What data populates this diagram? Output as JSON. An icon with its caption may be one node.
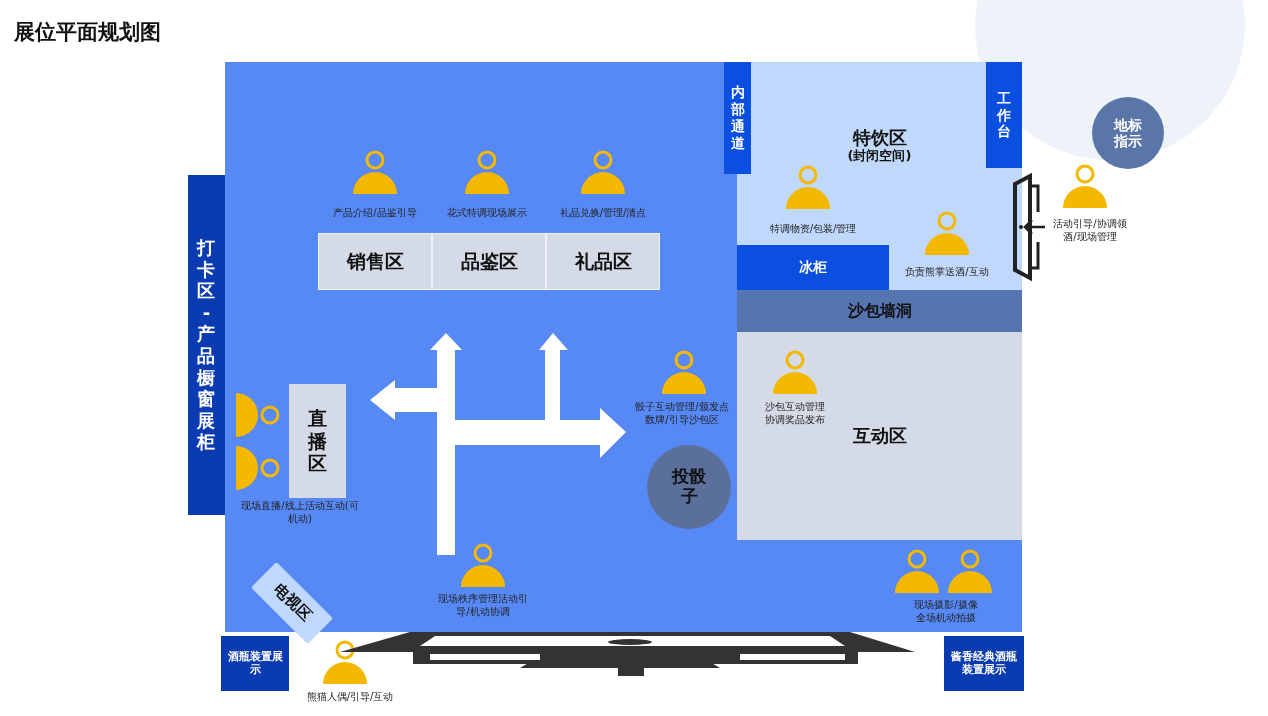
{
  "diagram": {
    "title": "展位平面规划图",
    "nodes": [
      {
        "text": [
          "打卡区-产品橱窗展柜"
        ]
      },
      {
        "text": [
          "销售区"
        ]
      },
      {
        "text": [
          "品鉴区"
        ]
      },
      {
        "text": [
          "礼品区"
        ]
      },
      {
        "text": [
          "内部通道"
        ]
      },
      {
        "text": [
          "特饮区",
          "(封闭空间)"
        ]
      },
      {
        "text": [
          "工作台"
        ],
        "in": 5
      },
      {
        "text": [
          "冰柜"
        ],
        "in": 5
      },
      {
        "text": [
          "沙包墙洞"
        ]
      },
      {
        "text": [
          "互动区"
        ]
      },
      {
        "text": [
          "地标指示"
        ]
      },
      {
        "text": [
          "直播区"
        ]
      },
      {
        "text": [
          "投骰子"
        ]
      },
      {
        "text": [
          "电视区"
        ]
      },
      {
        "text": [
          "酒瓶装置展示"
        ]
      },
      {
        "text": [
          "酱香经典酒瓶装置展示"
        ]
      }
    ],
    "edges": [],
    "labels": [
      "产品介绍/品鉴引导",
      "花式特调现场展示",
      "礼品兑换/管理/清点",
      "特调物资/包装/管理",
      "活动引导/协调领酒/现场管理",
      "负责熊掌送酒/互动",
      "骰子互动管理/颁发点数牌/引导沙包区",
      "沙包互动管理协调奖品发布",
      "现场直播/线上活动互动(可机动)",
      "现场秩序管理活动引导/机动协调",
      "现场摄影/摄像全场机动拍摄",
      "熊猫人偶/引导/互动"
    ]
  }
}
